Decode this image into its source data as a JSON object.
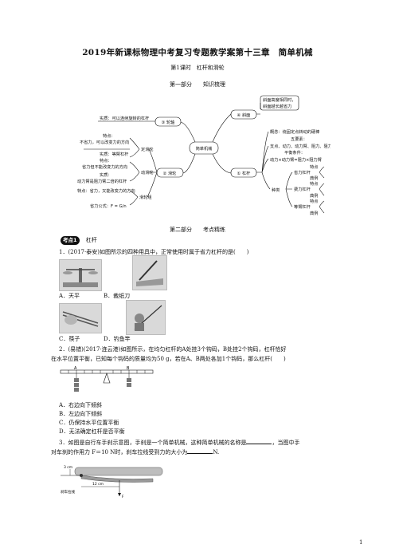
{
  "title": "2019年新课标物理中考复习专题教学案第十三章　简单机械",
  "lesson": "第1课时　杠杆和滑轮",
  "part1": "第一部分　　知识梳理",
  "mindmap": {
    "center": "简单机械",
    "pulley": "② 滑轮",
    "lever": "① 杠杆",
    "wheel": "③ 轮轴",
    "slope": "④ 斜面",
    "wheel_note": "实质：可以连续旋转的杠杆",
    "slope_note1": "斜面高度相同时，",
    "slope_note2": "斜面越长越省力",
    "fixed": "定滑轮",
    "fixed_f1": "特点：",
    "fixed_f2": "不省力，可以改变力的方向",
    "fixed_e": "实质：等臂杠杆",
    "movable": "动滑轮",
    "mov_f1": "特点：",
    "mov_f2": "省力但不能改变力的方向",
    "mov_e1": "实质：",
    "mov_e2": "动力臂是阻力臂二倍的杠杆",
    "block": "滑轮组",
    "block_f": "特点：省力，又能改变力的方向",
    "block_formula": "省力公式：F = G/n",
    "lever_def": "概念：绕固定点转动的硬棒",
    "lever_five_t": "五要素：",
    "lever_five": "支点、动力、动力臂、阻力、阻力臂",
    "balance_t": "平衡条件：",
    "balance": "动力×动力臂=阻力×阻力臂",
    "kinds": "种类",
    "k1": "省力杠杆",
    "k2": "费力杠杆",
    "k3": "等臂杠杆",
    "feat": "特点",
    "ex": "典例"
  },
  "part2": "第二部分　　考点精练",
  "kaodian_badge": "考点1",
  "kaodian_label": "杠杆",
  "q1": "1．(2017·泰安)如图所示的四种用具中，正常使用时属于省力杠杆的是(　　)",
  "q1_opts": [
    "A．天平",
    "B．裁纸刀",
    "C．筷子",
    "D．钓鱼竿"
  ],
  "q2_line1": "2．(易错)(2017·连云港)如图所示，在均匀杠杆的A处挂3个钩码，B处挂2个钩码，杠杆恰好",
  "q2_line2": "在水平位置平衡，已知每个钩码的质量均为50 g，若在A、B两处各加1个钩码，那么杠杆(　　)",
  "q2_labels": [
    "A",
    "B"
  ],
  "q2_opts": [
    "A．右边向下倾斜",
    "B．左边向下倾斜",
    "C．仍保持水平位置平衡",
    "D．无法确定杠杆是否平衡"
  ],
  "q3_line1a": "3．如图是自行车手刹示意图，手刹是一个简单机械，这种简单机械的名称是",
  "q3_line1b": "，当图中手",
  "q3_line2a": "对车刹的作用力 F＝10 N时，刹车拉线受到力的大小为",
  "q3_line2b": "N.",
  "q3_fig": [
    "3 cm",
    "12 cm",
    "刹车拉线",
    "F"
  ],
  "page_num": "1"
}
